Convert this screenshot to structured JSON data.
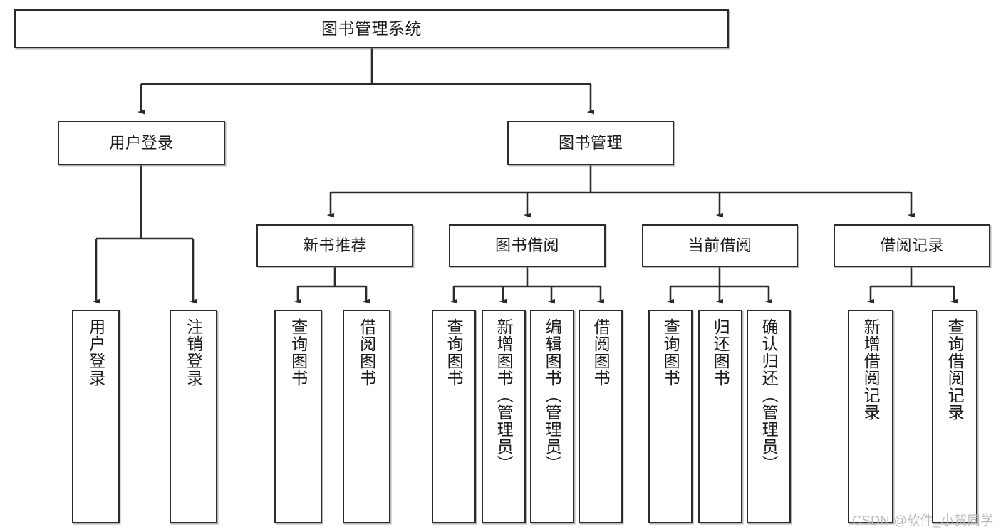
{
  "diagram": {
    "title": "图书管理系统",
    "type": "tree-hierarchy",
    "watermark": "CSDN @软件_小贺同学",
    "colors": {
      "box_border": "#2b2b2b",
      "box_fill": "#ffffff",
      "connector": "#2b2b2b",
      "text": "#1b1b1b",
      "watermark": "#b9b9b9"
    },
    "nodes": {
      "root": {
        "label": "图书管理系统"
      },
      "level2": [
        {
          "id": "user-login",
          "label": "用户登录"
        },
        {
          "id": "book-management",
          "label": "图书管理"
        }
      ],
      "level3": [
        {
          "id": "new-book-recommend",
          "label": "新书推荐"
        },
        {
          "id": "book-borrow",
          "label": "图书借阅"
        },
        {
          "id": "current-borrow",
          "label": "当前借阅"
        },
        {
          "id": "borrow-record",
          "label": "借阅记录"
        }
      ],
      "leaves": {
        "user_login": [
          {
            "id": "leaf-user-login",
            "label": "用户登录"
          },
          {
            "id": "leaf-logout-login",
            "label": "注销登录"
          }
        ],
        "new_book_recommend": [
          {
            "id": "leaf-query-book-1",
            "label": "查询图书"
          },
          {
            "id": "leaf-borrow-book-1",
            "label": "借阅图书"
          }
        ],
        "book_borrow": [
          {
            "id": "leaf-query-book-2",
            "label": "查询图书"
          },
          {
            "id": "leaf-add-book-admin",
            "label": "新增图书（管理员）"
          },
          {
            "id": "leaf-edit-book-admin",
            "label": "编辑图书（管理员）"
          },
          {
            "id": "leaf-borrow-book-2",
            "label": "借阅图书"
          }
        ],
        "current_borrow": [
          {
            "id": "leaf-query-book-3",
            "label": "查询图书"
          },
          {
            "id": "leaf-return-book",
            "label": "归还图书"
          },
          {
            "id": "leaf-confirm-return-admin",
            "label": "确认归还（管理员）"
          }
        ],
        "borrow_record": [
          {
            "id": "leaf-add-borrow-record",
            "label": "新增借阅记录"
          },
          {
            "id": "leaf-query-borrow-record",
            "label": "查询借阅记录"
          }
        ]
      }
    }
  }
}
